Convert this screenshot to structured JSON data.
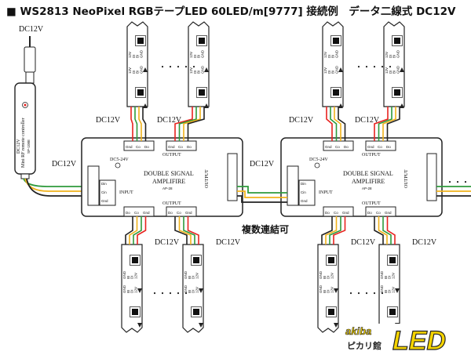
{
  "title": "■ WS2813 NeoPixel RGBテープLED 60LED/m[9777] 接続例　データ二線式 DC12V",
  "dc12v": "DC12V",
  "in_label": "IN",
  "in_arrow": "→",
  "dc5_24v": "DC5-24V",
  "amp_name_1": "DOUBLE  SIGNAL",
  "amp_name_2": "AMPLIFIRE",
  "amp_model": "AP-28",
  "output": "OUTPUT",
  "input": "INPUT",
  "in_pins": [
    "Din",
    "Cin",
    "Gnd"
  ],
  "top_pins": [
    "Gnd",
    "Co",
    "Do",
    "Gnd",
    "Co",
    "Do"
  ],
  "bot_pins": [
    "Do",
    "Co",
    "Gnd",
    "Do",
    "Co",
    "Gnd"
  ],
  "strip_pins": [
    "12V",
    "DI",
    "BI",
    "GND"
  ],
  "strip_pins_rev": [
    "GND",
    "BI",
    "DI",
    "12V"
  ],
  "ellipsis": "・・・・・",
  "controller_label": "Mini RF remote controller",
  "controller_sub": "DC12V",
  "controller_model": "SP-108E",
  "cascade": "複数連結可",
  "logo_main": "LED",
  "logo_sub": "akiba",
  "logo_kana": "ピカリ館",
  "colors": {
    "wire_red": "#e8231f",
    "wire_green": "#2e9a3c",
    "wire_yellow": "#f0b21c",
    "wire_black": "#222222",
    "logo_yellow": "#f5d400"
  }
}
